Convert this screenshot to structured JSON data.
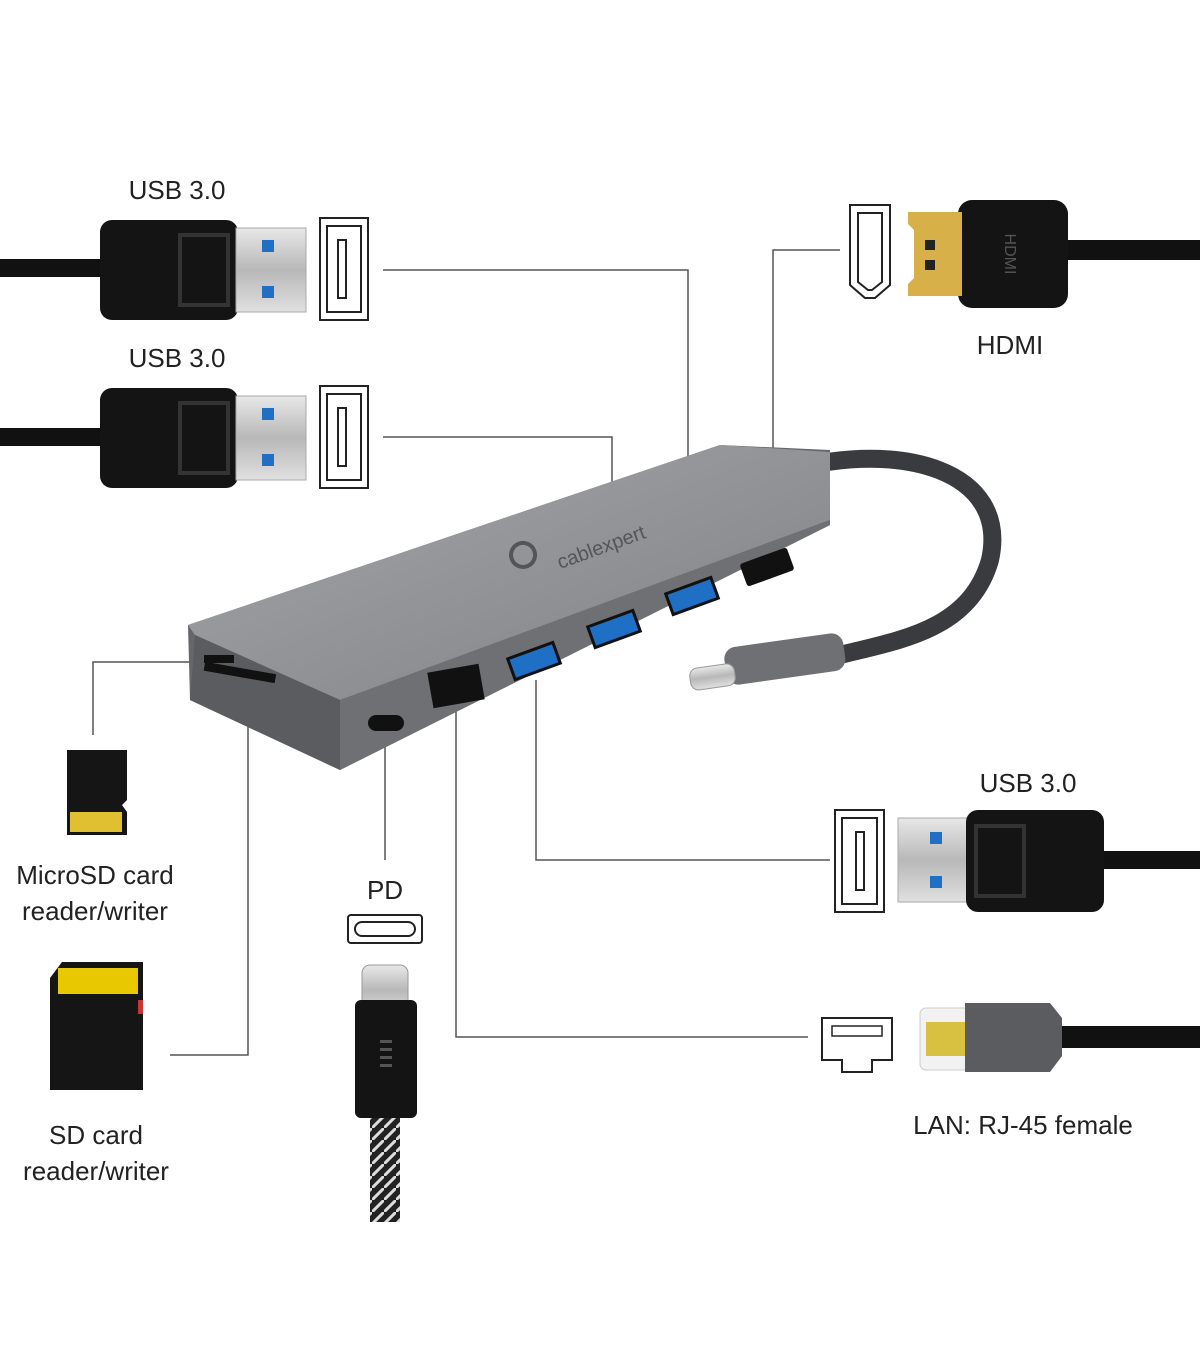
{
  "labels": {
    "usb_top_1": "USB 3.0",
    "usb_top_2": "USB 3.0",
    "hdmi": "HDMI",
    "usb_right": "USB 3.0",
    "microsd_line1": "MicroSD card",
    "microsd_line2": "reader/writer",
    "sd_line1": "SD card",
    "sd_line2": "reader/writer",
    "pd": "PD",
    "lan": "LAN: RJ-45 female"
  },
  "brand": {
    "logo_text": "cablexpert"
  },
  "colors": {
    "hub": "#8e9094",
    "usb_blue": "#1f6fc4",
    "hdmi_gold": "#d8b04a",
    "cable": "#111111",
    "line": "#555555"
  }
}
